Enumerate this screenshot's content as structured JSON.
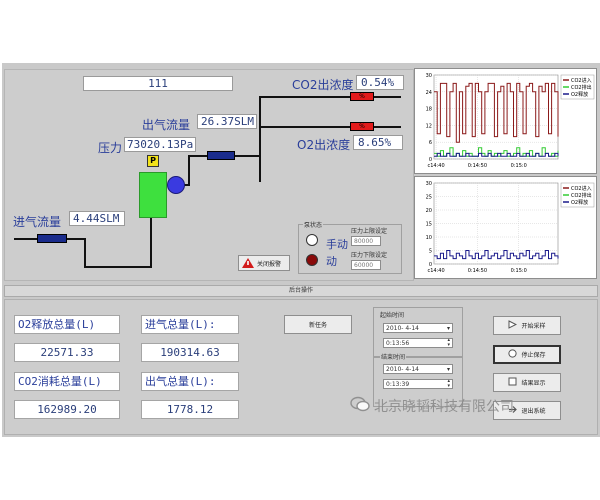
{
  "process": {
    "id_value": "111",
    "co2_out_label": "CO2出浓度",
    "co2_out_value": "0.54%",
    "o2_out_label": "O2出浓度",
    "o2_out_value": "8.65%",
    "outflow_label": "出气流量",
    "outflow_value": "26.37SLM",
    "pressure_label": "压力",
    "pressure_value": "73020.13Pa",
    "inflow_label": "进气流量",
    "inflow_value": "4.44SLM",
    "pump_label": "P",
    "valve_mark": "%",
    "alarm_button": "关闭报警",
    "state_title": "泵状态",
    "manual_label": "手动",
    "auto_label": "动",
    "pressure_upper_label": "压力上限设定",
    "pressure_upper_value": "80000",
    "pressure_lower_label": "压力下限设定",
    "pressure_lower_value": "60000"
  },
  "chart_top": {
    "legend": [
      "CO2进入",
      "CO2排出",
      "O2释放"
    ],
    "yticks": [
      "30",
      "24",
      "18",
      "12",
      "6",
      "0"
    ],
    "xticks": [
      "c14:40",
      "0:14:50",
      "0:15:0"
    ]
  },
  "chart_bottom": {
    "legend": [
      "CO2进入",
      "CO2排出",
      "O2释放"
    ],
    "yticks": [
      "30",
      "25",
      "20",
      "15",
      "10",
      "5",
      "0"
    ],
    "xticks": [
      "c14:40",
      "0:14:50",
      "0:15:0"
    ]
  },
  "chart_data": [
    {
      "type": "line",
      "title": "",
      "xlabel": "",
      "ylabel": "",
      "ylim": [
        0,
        30
      ],
      "grid": true,
      "legend_position": "top-right",
      "x": [
        "c14:40",
        "0:14:50",
        "0:15:0"
      ],
      "series": [
        {
          "name": "CO2进入",
          "color": "#8b1a1a",
          "values": [
            24,
            9,
            27,
            27,
            8,
            24,
            27,
            6,
            24,
            9,
            26,
            27,
            8,
            27,
            24,
            9,
            24,
            27,
            27,
            8,
            24,
            26,
            9,
            27,
            24,
            8,
            27,
            24,
            9,
            26,
            27,
            24,
            8,
            26,
            24,
            27,
            9,
            27,
            24,
            8
          ]
        },
        {
          "name": "CO2排出",
          "color": "#33cc33",
          "values": [
            2,
            1,
            3,
            1,
            2,
            4,
            1,
            2,
            1,
            3,
            1,
            2,
            1,
            1,
            4,
            2,
            1,
            3,
            1,
            2,
            1,
            2,
            3,
            1,
            1,
            2,
            4,
            1,
            2,
            1,
            3,
            1,
            2,
            1,
            4,
            2,
            1,
            2,
            1,
            3
          ]
        },
        {
          "name": "O2释放",
          "color": "#1a1a8b",
          "values": [
            1,
            2,
            1,
            1,
            2,
            1,
            1,
            2,
            1,
            1,
            2,
            1,
            1,
            1,
            2,
            1,
            1,
            2,
            1,
            1,
            2,
            1,
            1,
            2,
            1,
            1,
            2,
            1,
            1,
            2,
            1,
            1,
            2,
            1,
            1,
            2,
            1,
            1,
            2,
            1
          ]
        }
      ]
    },
    {
      "type": "line",
      "title": "",
      "xlabel": "",
      "ylabel": "",
      "ylim": [
        0,
        30
      ],
      "grid": true,
      "legend_position": "top-right",
      "x": [
        "c14:40",
        "0:14:50",
        "0:15:0"
      ],
      "series": [
        {
          "name": "CO2进入",
          "color": "#8b1a1a",
          "values": []
        },
        {
          "name": "CO2排出",
          "color": "#33cc33",
          "values": []
        },
        {
          "name": "O2释放",
          "color": "#1a1a8b",
          "values": [
            3,
            2,
            4,
            2,
            5,
            3,
            2,
            4,
            3,
            2,
            5,
            3,
            2,
            4,
            2,
            3,
            5,
            2,
            3,
            4,
            2,
            3,
            5,
            2,
            4,
            3,
            2,
            4,
            3,
            5,
            2,
            3,
            4,
            2,
            3,
            5,
            2,
            4,
            3,
            2
          ]
        }
      ]
    }
  ],
  "backend": {
    "title": "后台操作",
    "o2_total_label": "O2释放总量(L)",
    "o2_total_value": "22571.33",
    "co2_total_label": "CO2消耗总量(L)",
    "co2_total_value": "162989.20",
    "in_total_label": "进气总量(L):",
    "in_total_value": "190314.63",
    "out_total_label": "出气总量(L):",
    "out_total_value": "1778.12",
    "new_task_button": "新任务",
    "start_time_label": "起始时间",
    "start_date": "2010- 4-14",
    "start_time": "0:13:56",
    "end_time_label": "结束时间",
    "end_date": "2010- 4-14",
    "end_time": "0:13:39",
    "start_sample_button": "开始采样",
    "stop_save_button": "停止保存",
    "show_result_button": "结果显示",
    "exit_button": "退出系统"
  },
  "watermark": "北京晓韬科技有限公司",
  "colors": {
    "panel": "#c9c9c9",
    "valve_red": "#e21b1b",
    "pump_green": "#3ee03e",
    "pump_blue": "#3a3ae0",
    "pipe_valve_blue": "#1a2c8c"
  }
}
